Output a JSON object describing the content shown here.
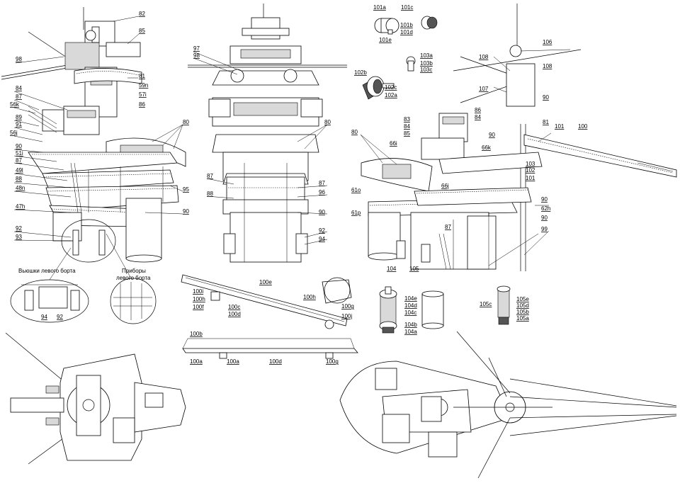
{
  "captions": {
    "winches": "Вьюшки левого борта",
    "instruments_line1": "Приборы",
    "instruments_line2": "левого борта"
  },
  "labels": [
    {
      "id": "l82",
      "text": "82"
    },
    {
      "id": "l85",
      "text": "85"
    },
    {
      "id": "l98a",
      "text": "98"
    },
    {
      "id": "l81",
      "text": "81"
    },
    {
      "id": "l59n",
      "text": "59n"
    },
    {
      "id": "l57i",
      "text": "57i"
    },
    {
      "id": "l84a",
      "text": "84"
    },
    {
      "id": "l86a",
      "text": "86"
    },
    {
      "id": "l87a",
      "text": "87"
    },
    {
      "id": "l56k",
      "text": "56k"
    },
    {
      "id": "l89",
      "text": "89"
    },
    {
      "id": "l91",
      "text": "91"
    },
    {
      "id": "l56j",
      "text": "56j"
    },
    {
      "id": "l80a",
      "text": "80"
    },
    {
      "id": "l90a",
      "text": "90"
    },
    {
      "id": "l51i",
      "text": "51i"
    },
    {
      "id": "l87b",
      "text": "87"
    },
    {
      "id": "l49l",
      "text": "49l"
    },
    {
      "id": "l88a",
      "text": "88"
    },
    {
      "id": "l48n",
      "text": "48n"
    },
    {
      "id": "l95",
      "text": "95"
    },
    {
      "id": "l47h",
      "text": "47h"
    },
    {
      "id": "l90b",
      "text": "90"
    },
    {
      "id": "l92a",
      "text": "92"
    },
    {
      "id": "l93",
      "text": "93"
    },
    {
      "id": "l94a",
      "text": "94"
    },
    {
      "id": "l92b",
      "text": "92"
    },
    {
      "id": "l97",
      "text": "97"
    },
    {
      "id": "l98b",
      "text": "98"
    },
    {
      "id": "l80b",
      "text": "80"
    },
    {
      "id": "l87c",
      "text": "87"
    },
    {
      "id": "l87d",
      "text": "87"
    },
    {
      "id": "l88b",
      "text": "88"
    },
    {
      "id": "l96",
      "text": "96"
    },
    {
      "id": "l90c",
      "text": "90"
    },
    {
      "id": "l92c",
      "text": "92"
    },
    {
      "id": "l94b",
      "text": "94"
    },
    {
      "id": "l101a",
      "text": "101a"
    },
    {
      "id": "l101c",
      "text": "101c"
    },
    {
      "id": "l101b",
      "text": "101b"
    },
    {
      "id": "l101d",
      "text": "101d"
    },
    {
      "id": "l101e",
      "text": "101e"
    },
    {
      "id": "l103a",
      "text": "103a"
    },
    {
      "id": "l103b",
      "text": "103b"
    },
    {
      "id": "l103c",
      "text": "103c"
    },
    {
      "id": "l102b",
      "text": "102b"
    },
    {
      "id": "l102c",
      "text": "102c"
    },
    {
      "id": "l102a",
      "text": "102a"
    },
    {
      "id": "l106",
      "text": "106"
    },
    {
      "id": "l108a",
      "text": "108"
    },
    {
      "id": "l108b",
      "text": "108"
    },
    {
      "id": "l107",
      "text": "107"
    },
    {
      "id": "l90d",
      "text": "90"
    },
    {
      "id": "l86b",
      "text": "86"
    },
    {
      "id": "l84b",
      "text": "84"
    },
    {
      "id": "l81b",
      "text": "81"
    },
    {
      "id": "l83",
      "text": "83"
    },
    {
      "id": "l84c",
      "text": "84"
    },
    {
      "id": "l85b",
      "text": "85"
    },
    {
      "id": "l90e",
      "text": "90"
    },
    {
      "id": "l101",
      "text": "101"
    },
    {
      "id": "l100",
      "text": "100"
    },
    {
      "id": "l80c",
      "text": "80"
    },
    {
      "id": "l66i",
      "text": "66i"
    },
    {
      "id": "l66k",
      "text": "66k"
    },
    {
      "id": "l103",
      "text": "103"
    },
    {
      "id": "l102",
      "text": "102"
    },
    {
      "id": "l66j",
      "text": "66j"
    },
    {
      "id": "l101f",
      "text": "101"
    },
    {
      "id": "l61o",
      "text": "61o"
    },
    {
      "id": "l90f",
      "text": "90"
    },
    {
      "id": "l62h",
      "text": "62h"
    },
    {
      "id": "l61p",
      "text": "61p"
    },
    {
      "id": "l90g",
      "text": "90"
    },
    {
      "id": "l87e",
      "text": "87"
    },
    {
      "id": "l99",
      "text": "99"
    },
    {
      "id": "l104",
      "text": "104"
    },
    {
      "id": "l105",
      "text": "105"
    },
    {
      "id": "l100e",
      "text": "100e"
    },
    {
      "id": "l100i",
      "text": "100i"
    },
    {
      "id": "l100h",
      "text": "100h"
    },
    {
      "id": "l100f",
      "text": "100f"
    },
    {
      "id": "l100c",
      "text": "100c"
    },
    {
      "id": "l100d",
      "text": "100d"
    },
    {
      "id": "l100h2",
      "text": "100h"
    },
    {
      "id": "l100g",
      "text": "100g"
    },
    {
      "id": "l100j",
      "text": "100j"
    },
    {
      "id": "l100b",
      "text": "100b"
    },
    {
      "id": "l100a",
      "text": "100a"
    },
    {
      "id": "l100a2",
      "text": "100a"
    },
    {
      "id": "l100d2",
      "text": "100d"
    },
    {
      "id": "l100g2",
      "text": "100g"
    },
    {
      "id": "l104e",
      "text": "104e"
    },
    {
      "id": "l104d",
      "text": "104d"
    },
    {
      "id": "l104c",
      "text": "104c"
    },
    {
      "id": "l104b",
      "text": "104b"
    },
    {
      "id": "l104a",
      "text": "104a"
    },
    {
      "id": "l105c",
      "text": "105c"
    },
    {
      "id": "l105e",
      "text": "105e"
    },
    {
      "id": "l105d",
      "text": "105d"
    },
    {
      "id": "l105b",
      "text": "105b"
    },
    {
      "id": "l105a",
      "text": "105a"
    }
  ]
}
